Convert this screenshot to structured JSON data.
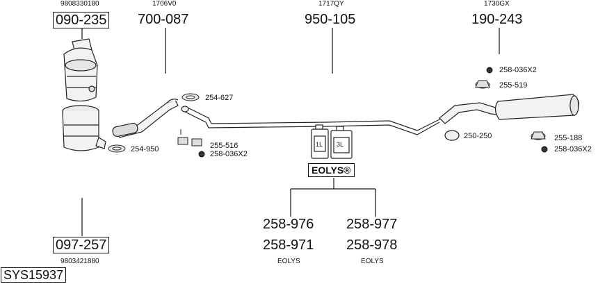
{
  "diagram": {
    "system_id": "SYS15937",
    "groups": [
      {
        "code": "090-235",
        "ref": "9808330180"
      },
      {
        "code": "700-087",
        "ref": "1706V0"
      },
      {
        "code": "950-105",
        "ref": "1717QY"
      },
      {
        "code": "190-243",
        "ref": "1730GX"
      },
      {
        "code": "097-257",
        "ref": "9803421880"
      }
    ],
    "parts": {
      "p254_627": "254-627",
      "p254_950": "254-950",
      "p255_516": "255-516",
      "p258_036_a": "258-036X2",
      "p258_036_b": "258-036X2",
      "p255_519": "255-519",
      "p250_250": "250-250",
      "p255_188": "255-188",
      "p258_036_c": "258-036X2"
    },
    "additive": {
      "label": "EOLYS®",
      "can_1": "1L",
      "can_2": "3L",
      "codes": [
        "258-976",
        "258-971",
        "258-977",
        "258-978"
      ],
      "captions": [
        "EOLYS",
        "EOLYS"
      ]
    }
  }
}
